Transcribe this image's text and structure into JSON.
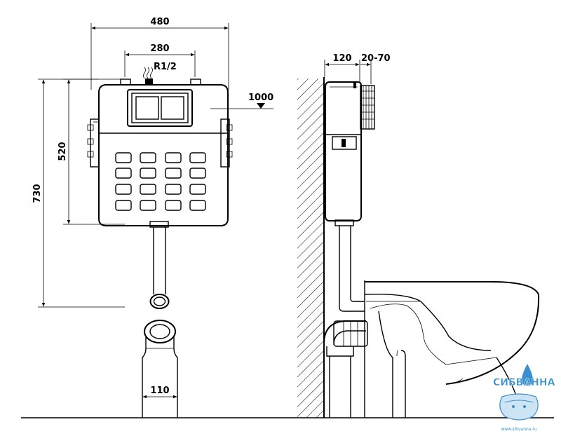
{
  "dimensions": {
    "frame_width": "480",
    "inlet_spacing": "280",
    "inlet_thread": "R1/2",
    "install_height": "1000",
    "total_height": "730",
    "tank_height": "520",
    "pipe_diameter": "110",
    "frame_depth": "120",
    "depth_adjust": "20-70"
  },
  "logo": {
    "brand": "СИБВАННА",
    "url": "www.sibvanna.ru",
    "color": "#3a8fd0"
  }
}
